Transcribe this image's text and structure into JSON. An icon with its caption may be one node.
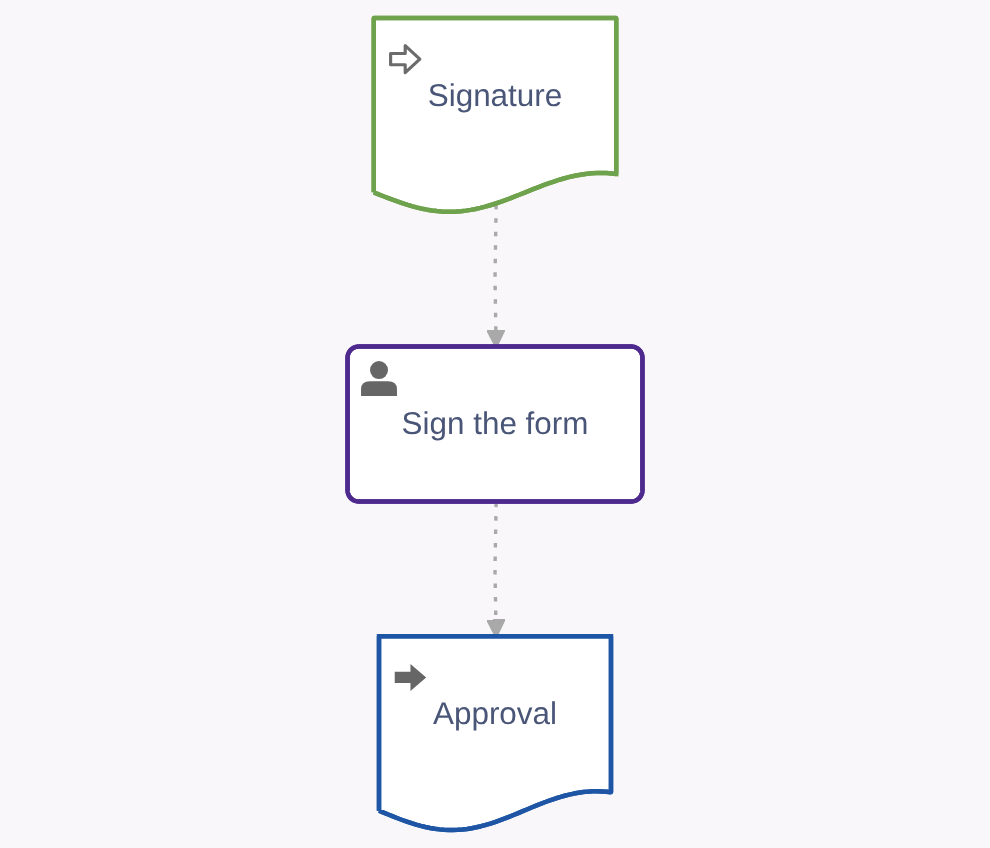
{
  "diagram": {
    "nodes": [
      {
        "text": [
          "Signature"
        ]
      },
      {
        "text": [
          "Sign the form"
        ]
      },
      {
        "text": [
          "Approval"
        ]
      }
    ],
    "edges": [
      {
        "from": 0,
        "to": 1,
        "arrow": "to",
        "style": "dashed"
      },
      {
        "from": 1,
        "to": 2,
        "arrow": "to",
        "style": "dashed"
      }
    ]
  }
}
